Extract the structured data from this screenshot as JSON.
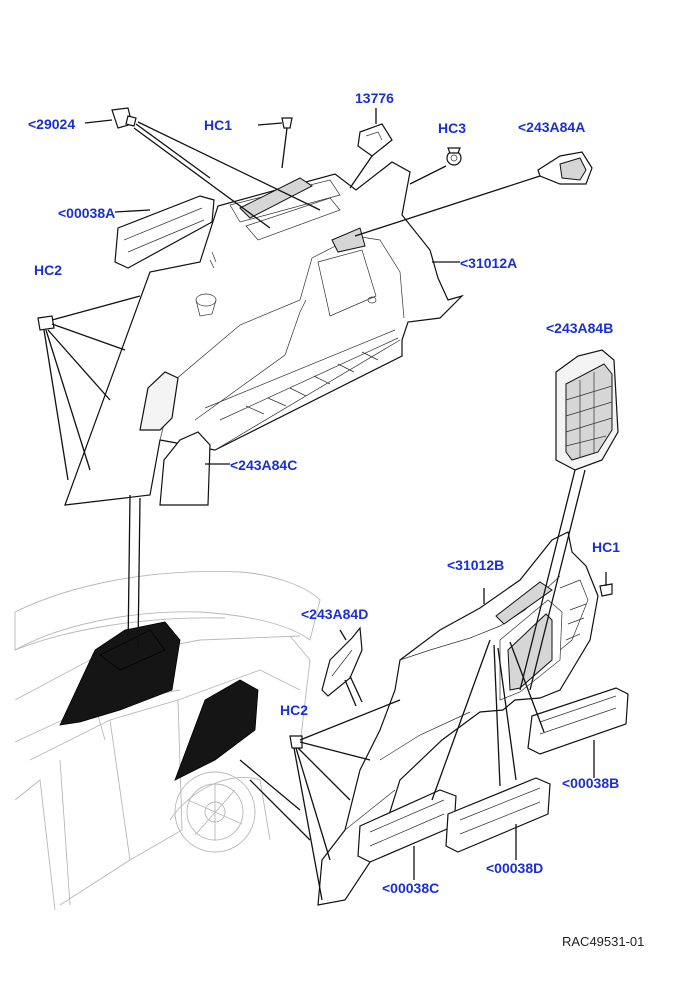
{
  "callouts": [
    {
      "id": "29024",
      "text": "<29024"
    },
    {
      "id": "HC1-top",
      "text": "HC1"
    },
    {
      "id": "13776",
      "text": "13776"
    },
    {
      "id": "HC3",
      "text": "HC3"
    },
    {
      "id": "243A84A",
      "text": "<243A84A"
    },
    {
      "id": "00038A",
      "text": "<00038A"
    },
    {
      "id": "HC2-left",
      "text": "HC2"
    },
    {
      "id": "31012A",
      "text": "<31012A"
    },
    {
      "id": "243A84B",
      "text": "<243A84B"
    },
    {
      "id": "243A84C",
      "text": "<243A84C"
    },
    {
      "id": "HC1-right",
      "text": "HC1"
    },
    {
      "id": "31012B",
      "text": "<31012B"
    },
    {
      "id": "243A84D",
      "text": "<243A84D"
    },
    {
      "id": "HC2-right",
      "text": "HC2"
    },
    {
      "id": "00038B",
      "text": "<00038B"
    },
    {
      "id": "00038C",
      "text": "<00038C"
    },
    {
      "id": "00038D",
      "text": "<00038D"
    }
  ],
  "reference": "RAC49531-01",
  "colors": {
    "callout": "#1a2fd6",
    "line": "#111111",
    "vehicle": "#b8b8b8"
  }
}
